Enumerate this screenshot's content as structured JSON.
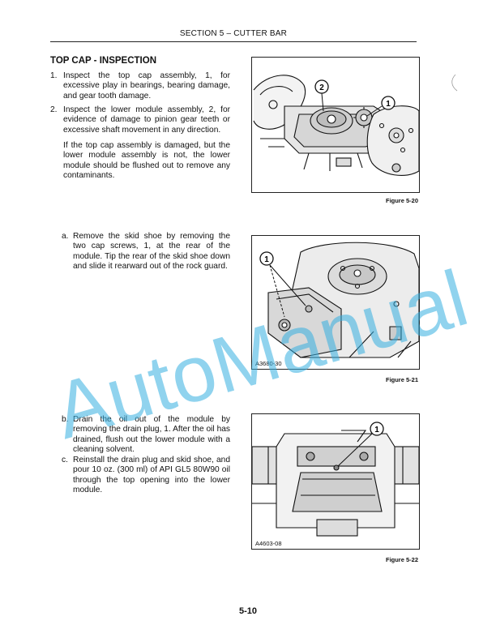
{
  "header": {
    "section": "SECTION 5 – CUTTER BAR"
  },
  "title": "TOP CAP - INSPECTION",
  "steps_top": [
    {
      "num": "1.",
      "text": "Inspect the top cap assembly, 1, for excessive play in bearings, bearing damage, and gear tooth damage."
    },
    {
      "num": "2.",
      "text": "Inspect the lower module assembly, 2, for evidence of damage to pinion gear teeth or excessive shaft movement in any direction."
    },
    {
      "num": "",
      "text": "If the top cap assembly is damaged, but the lower module assembly is not, the lower module should be flushed out to remove any contaminants."
    }
  ],
  "steps_a": {
    "num": "a.",
    "text": "Remove the skid shoe by removing the two cap screws, 1, at the rear of the module. Tip the rear of the skid shoe down and slide it rearward out of the rock guard."
  },
  "steps_bc": [
    {
      "num": "b.",
      "text": "Drain the oil out of the module by removing the drain plug, 1. After the oil has drained, flush out the lower module with a cleaning solvent."
    },
    {
      "num": "c.",
      "text": "Reinstall the drain plug and skid shoe, and pour 10 oz. (300 ml) of API GL5 80W90 oil through the top opening into the lower module."
    }
  ],
  "figures": [
    {
      "label": "Figure 5-20",
      "code": "",
      "callouts": [
        "1",
        "2"
      ]
    },
    {
      "label": "Figure 5-21",
      "code": "A3680-30",
      "callouts": [
        "1"
      ]
    },
    {
      "label": "Figure 5-22",
      "code": "A4603-08",
      "callouts": [
        "1"
      ]
    }
  ],
  "watermark": "AutoManual",
  "page_number": "5-10"
}
